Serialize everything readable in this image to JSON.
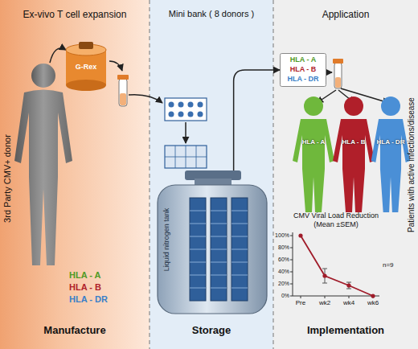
{
  "diagram": {
    "nodes": [
      {
        "text": [
          "Ex-vivo T cell expansion",
          "Manufacture"
        ]
      },
      {
        "text": [
          "G-Rex"
        ],
        "in": 0
      },
      {
        "text": [
          "Mini bank ( 8 donors )",
          "Storage"
        ]
      },
      {
        "text": [
          "Liquid nitrogen tank"
        ],
        "in": 2
      },
      {
        "text": [
          "Application",
          "Implementation"
        ]
      },
      {
        "text": [
          "HLA - A",
          "HLA - B",
          "HLA - DR"
        ],
        "in": 4
      },
      {
        "text": [
          "HLA - A"
        ],
        "in": 4
      },
      {
        "text": [
          "HLA - B"
        ],
        "in": 4
      },
      {
        "text": [
          "HLA - DR"
        ],
        "in": 4
      }
    ],
    "edges": [
      {
        "from": 3,
        "to": 5,
        "arrow": "to"
      }
    ],
    "labels": [
      "3rd Party CMV+ donor",
      "HLA - A",
      "HLA - B",
      "HLA - DR",
      "Patients with active infections/disease",
      "CMV Viral Load Reduction",
      "(Mean ±SEM)",
      "100%",
      "80%",
      "60%",
      "40%",
      "20%",
      "0%",
      "Pre",
      "wk2",
      "wk4",
      "wk6",
      "n=9"
    ]
  }
}
